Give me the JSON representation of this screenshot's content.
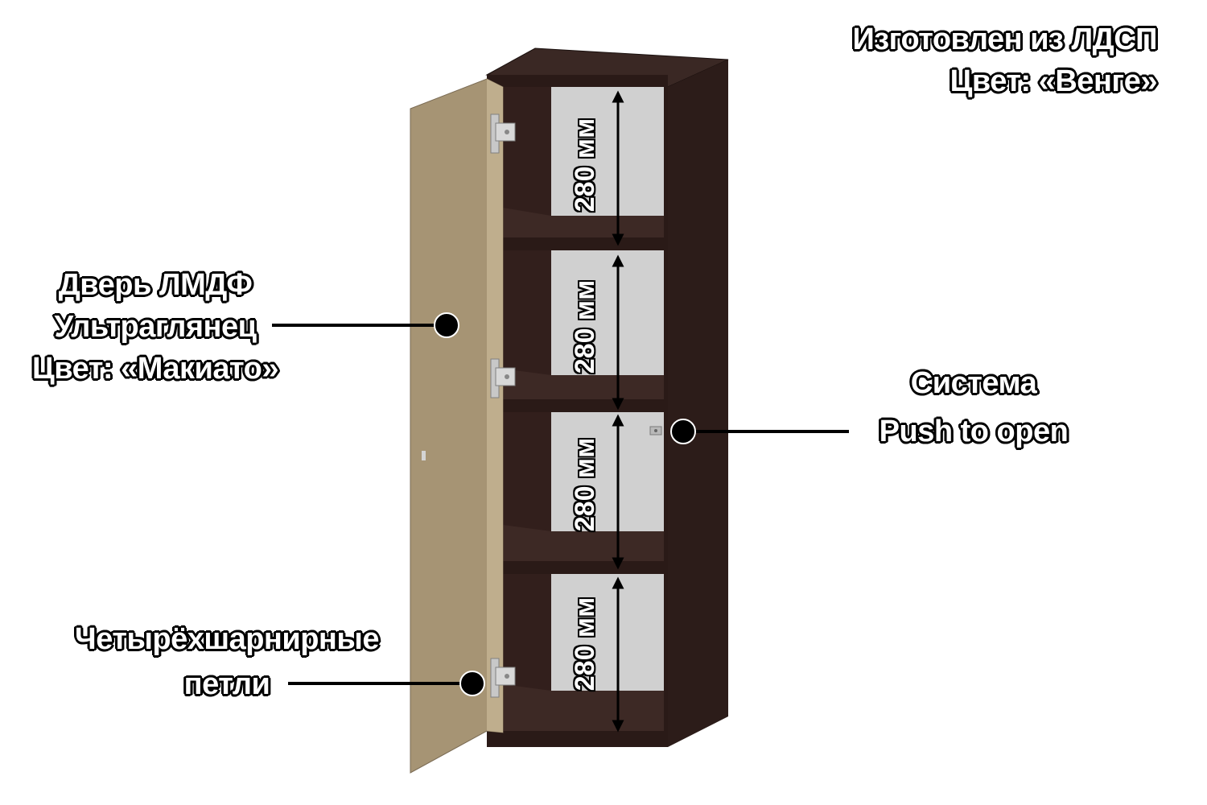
{
  "material": {
    "line1": "Изготовлен из ЛДСП",
    "line2": "Цвет:  «Венге»"
  },
  "door": {
    "line1": "Дверь ЛМДФ",
    "line2": "Ультраглянец",
    "line3": "Цвет:  «Макиато»"
  },
  "system": {
    "line1": "Система",
    "line2": "Push to open"
  },
  "hinges": {
    "line1": "Четырёхшарнирные",
    "line2": "петли"
  },
  "dimensions": [
    "280 мм",
    "280 мм",
    "280 мм",
    "280 мм"
  ],
  "colors": {
    "carcass": "#2a1a17",
    "door": "#a69474",
    "back_panel": "#d0d0d0"
  },
  "icons": [
    "hinge-icon",
    "callout-dot-icon",
    "double-arrow-icon"
  ]
}
